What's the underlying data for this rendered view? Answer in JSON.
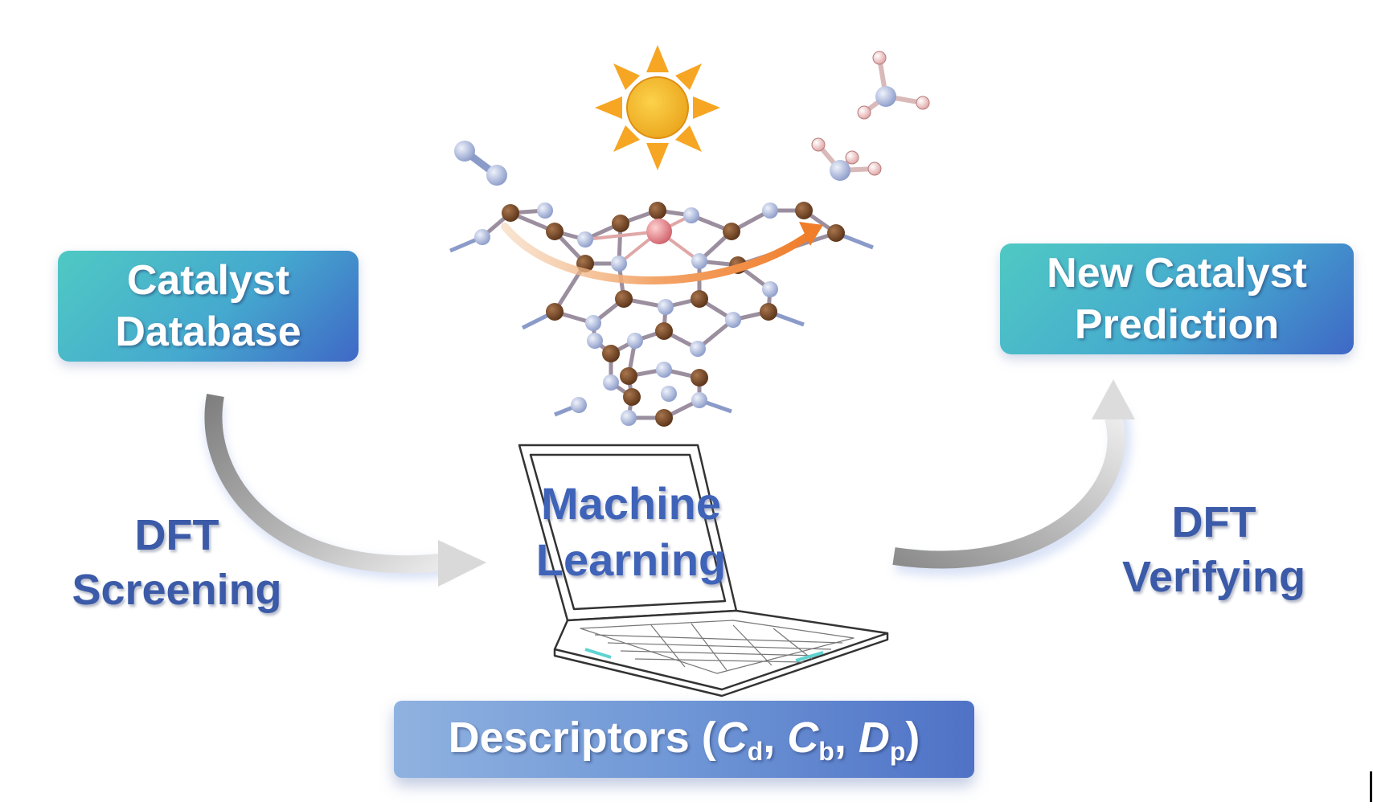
{
  "boxes": {
    "catalyst_database": {
      "line1": "Catalyst",
      "line2": "Database"
    },
    "new_catalyst_prediction": {
      "line1": "New Catalyst",
      "line2": "Prediction"
    },
    "descriptors": {
      "prefix": "Descriptors (",
      "c": "C",
      "d": "d",
      "sep1": ", ",
      "c2": "C",
      "b": "b",
      "sep2": ", ",
      "D": "D",
      "p": "p",
      "suffix": ")"
    }
  },
  "labels": {
    "dft_screening": {
      "line1": "DFT",
      "line2": "Screening"
    },
    "dft_verifying": {
      "line1": "DFT",
      "line2": "Verifying"
    },
    "machine_learning": {
      "line1": "Machine",
      "line2": "Learning"
    }
  },
  "colors": {
    "teal": "#4fc9c3",
    "blue": "#3f68c6",
    "label_blue": "#3b5aa8",
    "sun": "#f0b429",
    "sun_ray": "#f6a623",
    "carbon": "#7a4a2a",
    "nitrogen": "#b7c4e6",
    "metal": "#e58a8a",
    "arrow_orange": "#f08a3a",
    "arrow_grey": "#a9a9a9"
  },
  "icons": [
    "sun-icon",
    "laptop-icon",
    "molecule-icon",
    "curved-arrow-icon"
  ]
}
